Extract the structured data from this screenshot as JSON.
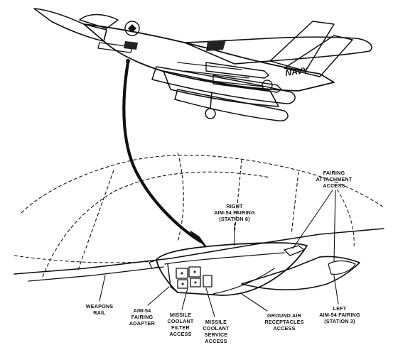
{
  "aircraft": {
    "insignia_text": "NAVY"
  },
  "callouts": {
    "right_fairing": [
      "RIGHT",
      "AIM-54 FAIRING",
      "(STATION 8)"
    ],
    "fairing_attachment": [
      "FAIRING",
      "ATTACHMENT",
      "ACCESS"
    ],
    "weapons_rail": [
      "WEAPONS",
      "RAIL"
    ],
    "aim54_adapter": [
      "AIM-54",
      "FAIRING",
      "ADAPTER"
    ],
    "coolant_filter": [
      "MISSILE",
      "COOLANT",
      "FILTER",
      "ACCESS"
    ],
    "coolant_service": [
      "MISSILE",
      "COOLANT",
      "SERVICE",
      "ACCESS"
    ],
    "ground_air": [
      "GROUND AIR",
      "RECEPTACLES",
      "ACCESS"
    ],
    "left_fairing": [
      "LEFT",
      "AIM-54 FAIRING",
      "(STATION 3)"
    ]
  }
}
